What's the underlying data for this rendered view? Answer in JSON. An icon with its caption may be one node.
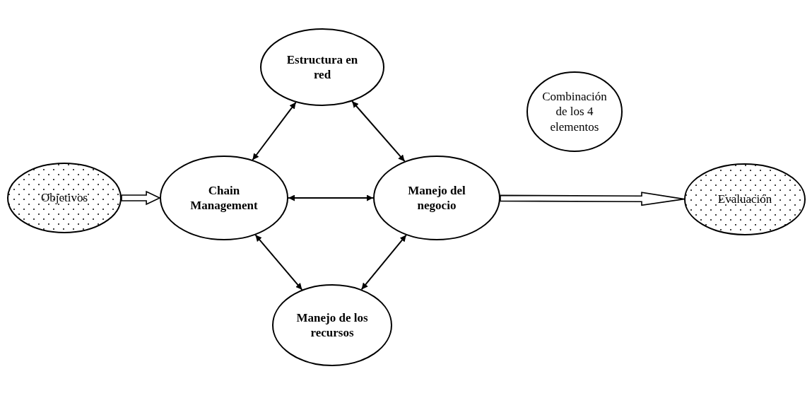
{
  "diagram": {
    "nodes": [
      {
        "text": [
          "Objetivos"
        ]
      },
      {
        "text": [
          "Estructura en red"
        ]
      },
      {
        "text": [
          "Chain Management"
        ]
      },
      {
        "text": [
          "Manejo del negocio"
        ]
      },
      {
        "text": [
          "Combinación de los 4 elementos"
        ]
      },
      {
        "text": [
          "Evaluación"
        ]
      },
      {
        "text": [
          "Manejo de los recursos"
        ]
      }
    ],
    "edges": [
      {
        "from": 0,
        "to": 2,
        "arrow": "to",
        "style": "thick"
      },
      {
        "from": 2,
        "to": 1,
        "arrow": "both"
      },
      {
        "from": 1,
        "to": 3,
        "arrow": "both"
      },
      {
        "from": 2,
        "to": 3,
        "arrow": "both"
      },
      {
        "from": 2,
        "to": 6,
        "arrow": "both"
      },
      {
        "from": 3,
        "to": 6,
        "arrow": "both"
      },
      {
        "from": 3,
        "to": 5,
        "arrow": "to",
        "style": "thick"
      }
    ]
  }
}
